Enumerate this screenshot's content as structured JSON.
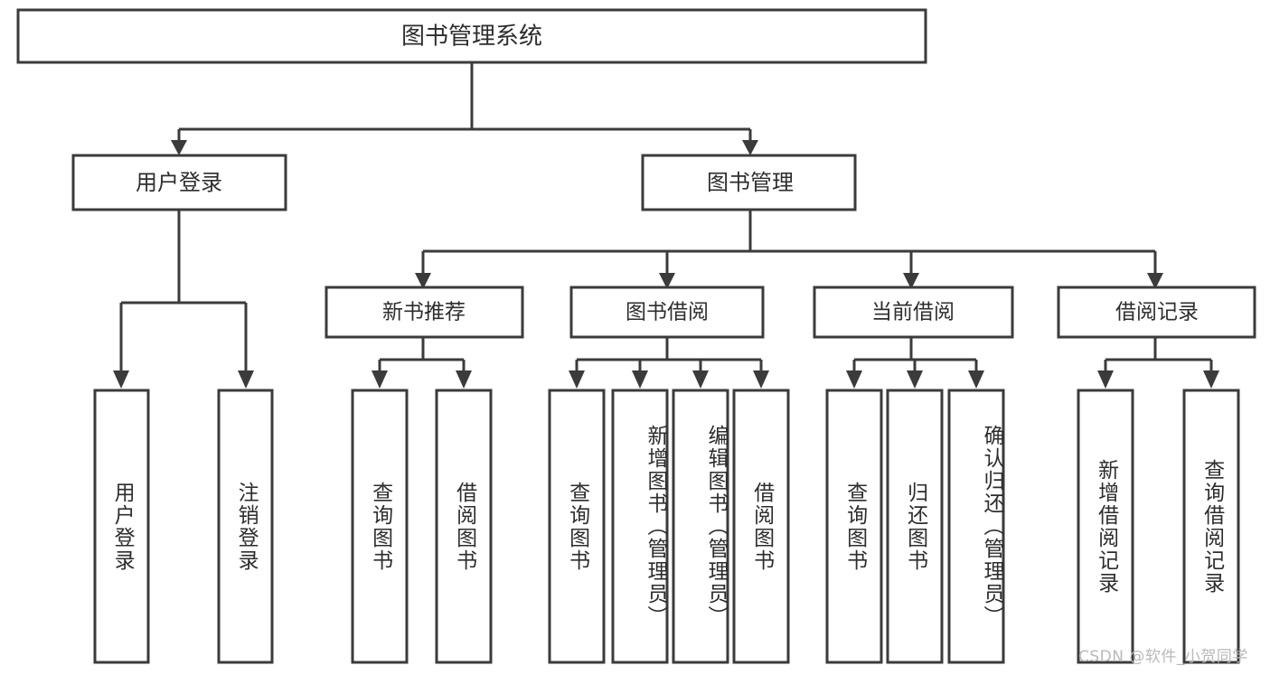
{
  "diagram": {
    "title": "图书管理系统",
    "type": "tree-hierarchy-chart",
    "orientation": "top-down",
    "colors": {
      "box_stroke": "#3b3b3b",
      "box_fill": "#ffffff",
      "connector": "#3b3b3b",
      "text": "#2d2d2d",
      "watermark": "#b9b9b9",
      "background": "#ffffff"
    },
    "root": {
      "label": "图书管理系统"
    },
    "level2": [
      {
        "label": "用户登录"
      },
      {
        "label": "图书管理"
      }
    ],
    "level3": [
      {
        "label": "新书推荐"
      },
      {
        "label": "图书借阅"
      },
      {
        "label": "当前借阅"
      },
      {
        "label": "借阅记录"
      }
    ],
    "leaves": [
      {
        "label": "用户登录",
        "parent": "用户登录"
      },
      {
        "label": "注销登录",
        "parent": "用户登录"
      },
      {
        "label": "查询图书",
        "parent": "新书推荐"
      },
      {
        "label": "借阅图书",
        "parent": "新书推荐"
      },
      {
        "label": "查询图书",
        "parent": "图书借阅"
      },
      {
        "label": "新增图书（管理员）",
        "parent": "图书借阅"
      },
      {
        "label": "编辑图书（管理员）",
        "parent": "图书借阅"
      },
      {
        "label": "借阅图书",
        "parent": "图书借阅"
      },
      {
        "label": "查询图书",
        "parent": "当前借阅"
      },
      {
        "label": "归还图书",
        "parent": "当前借阅"
      },
      {
        "label": "确认归还（管理员）",
        "parent": "当前借阅"
      },
      {
        "label": "新增借阅记录",
        "parent": "借阅记录"
      },
      {
        "label": "查询借阅记录",
        "parent": "借阅记录"
      }
    ]
  },
  "watermark": {
    "text": "CSDN @软件_小贺同学"
  }
}
